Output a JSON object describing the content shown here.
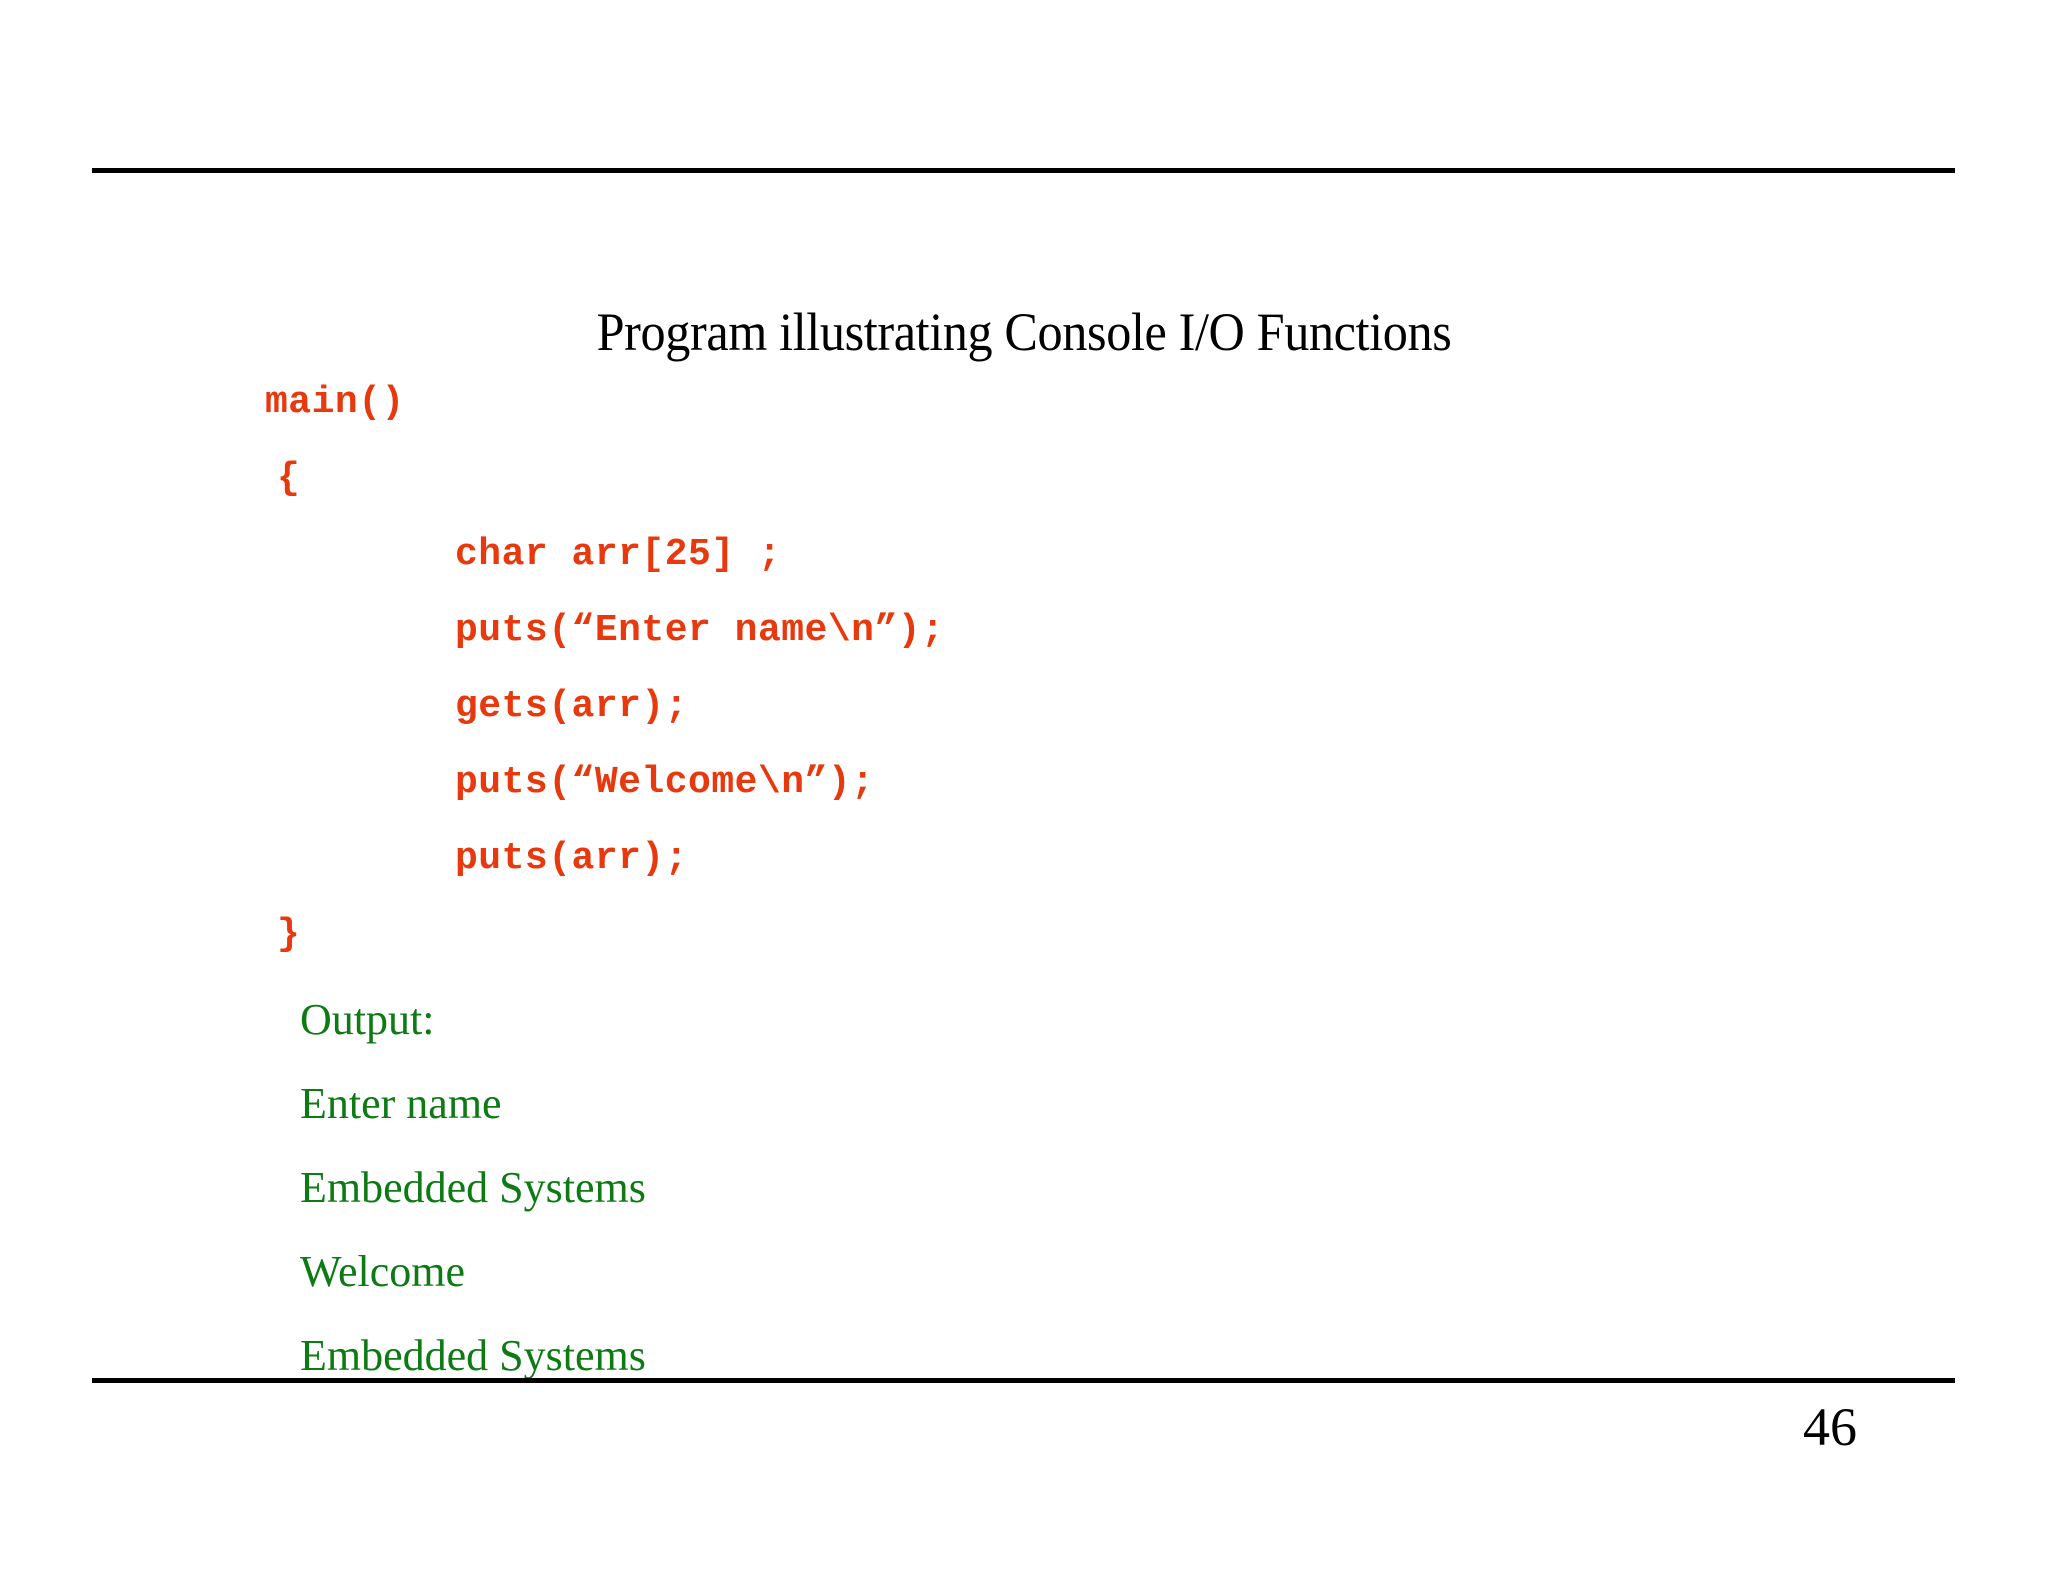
{
  "slide": {
    "title": "Program illustrating Console I/O Functions",
    "page_number": "46",
    "background_color": "#ffffff",
    "rule_color": "#000000"
  },
  "code": {
    "color": "#e8390e",
    "language": "C",
    "lines": [
      {
        "text": "main()",
        "indent": 0
      },
      {
        "text": "{",
        "indent": 1
      },
      {
        "text": "char arr[25] ;",
        "indent": 2
      },
      {
        "text": "puts(“Enter name\\n”);",
        "indent": 2
      },
      {
        "text": "gets(arr);",
        "indent": 2
      },
      {
        "text": "puts(“Welcome\\n”);",
        "indent": 2
      },
      {
        "text": "puts(arr);",
        "indent": 2
      },
      {
        "text": "}",
        "indent": 1
      }
    ]
  },
  "output": {
    "color": "#0d7a14",
    "lines": [
      {
        "text": "Output:"
      },
      {
        "text": "Enter name"
      },
      {
        "text": "Embedded Systems"
      },
      {
        "text": "Welcome"
      },
      {
        "text": "Embedded Systems"
      }
    ]
  }
}
